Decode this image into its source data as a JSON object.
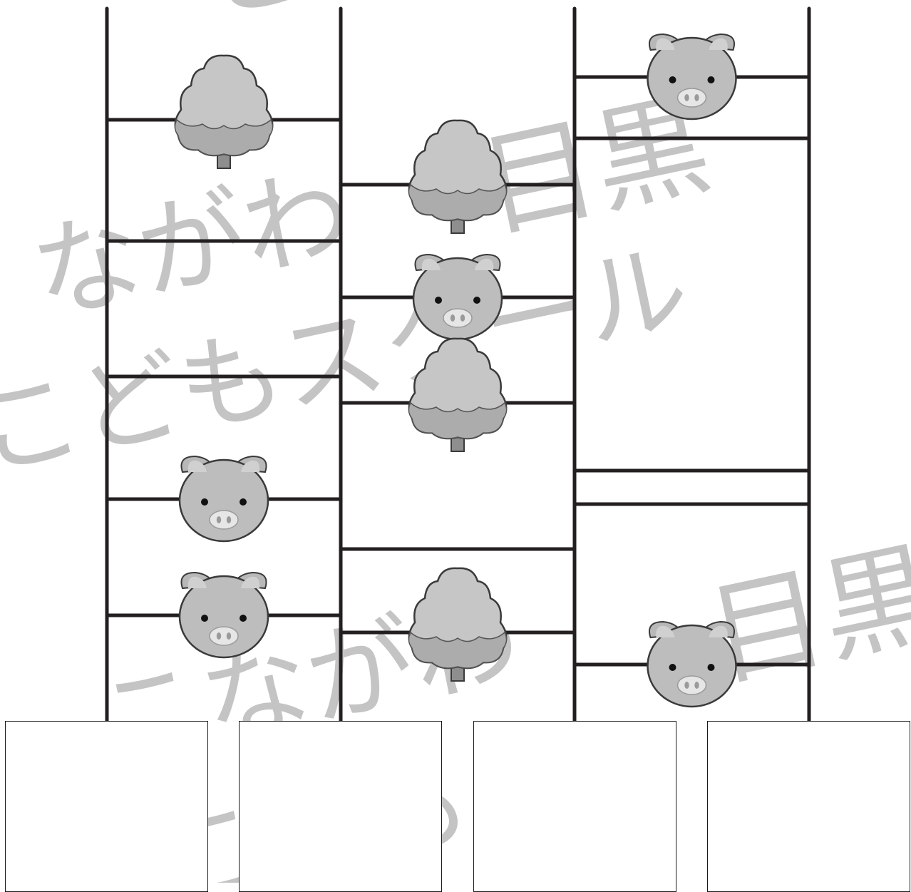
{
  "watermark": {
    "lines": [
      "こ",
      "ながわ",
      "目黒",
      "こどもスクール",
      "目黒",
      "こながわ",
      "こどもス"
    ],
    "color": "#c4c4c4"
  },
  "puzzle": {
    "type": "amidakuji",
    "vertical_lines": 4,
    "colors": {
      "line": "#231f20",
      "icon_fill": "#c2c2c2",
      "icon_shade": "#a9a9a9",
      "icon_stroke": "#3a3a3a"
    },
    "rungs": [
      {
        "gap": 1,
        "icon": "tree-icon"
      },
      {
        "gap": 1,
        "icon": null
      },
      {
        "gap": 1,
        "icon": null
      },
      {
        "gap": 1,
        "icon": "pig-icon"
      },
      {
        "gap": 1,
        "icon": "pig-icon"
      },
      {
        "gap": 2,
        "icon": "tree-icon"
      },
      {
        "gap": 2,
        "icon": "pig-icon"
      },
      {
        "gap": 2,
        "icon": "tree-icon"
      },
      {
        "gap": 2,
        "icon": null
      },
      {
        "gap": 2,
        "icon": "tree-icon"
      },
      {
        "gap": 3,
        "icon": "pig-icon"
      },
      {
        "gap": 3,
        "icon": null
      },
      {
        "gap": 3,
        "icon": null
      },
      {
        "gap": 3,
        "icon": null
      },
      {
        "gap": 3,
        "icon": "pig-icon"
      }
    ],
    "answer_boxes": 4
  }
}
